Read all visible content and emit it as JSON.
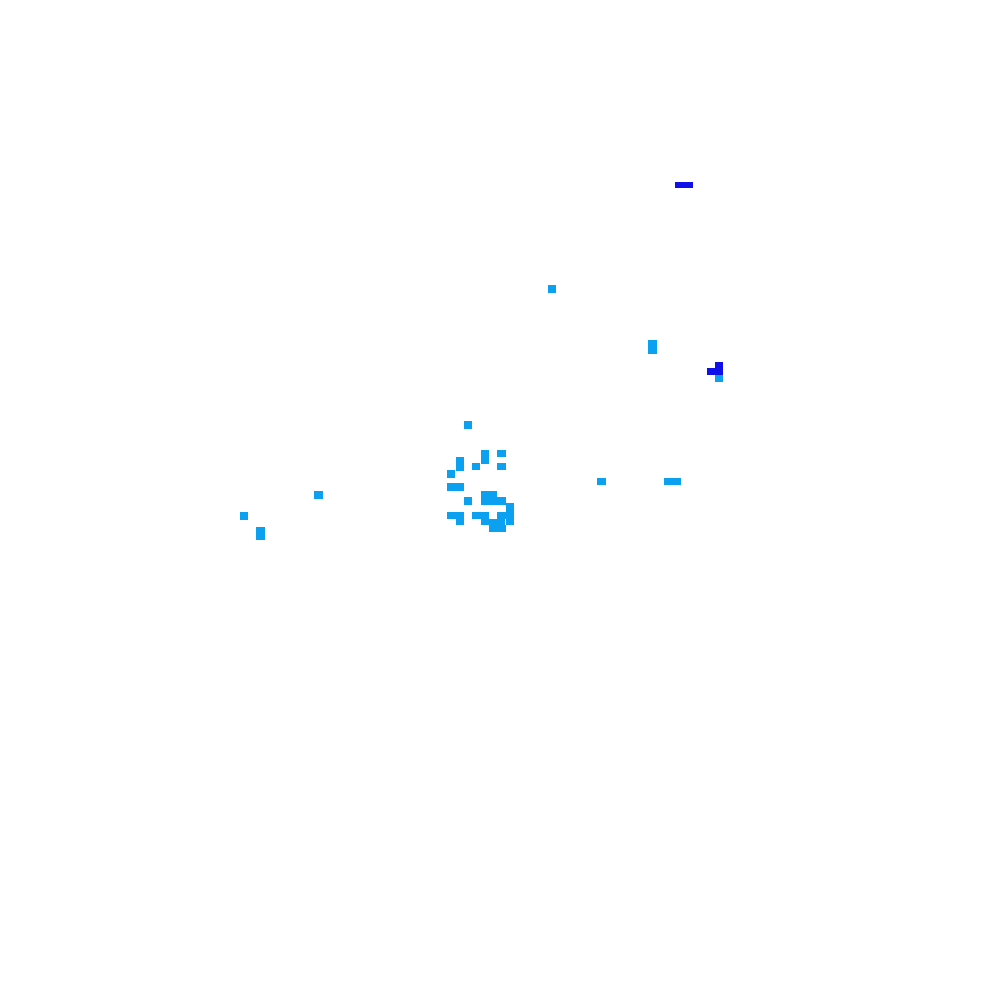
{
  "palette": {
    "background": "#ffffff",
    "light_blue": "#0ba0f0",
    "dark_blue": "#1010e8"
  },
  "map": {
    "cell_class_names": [
      "light_blue",
      "dark_blue"
    ],
    "feature_count": 26
  }
}
